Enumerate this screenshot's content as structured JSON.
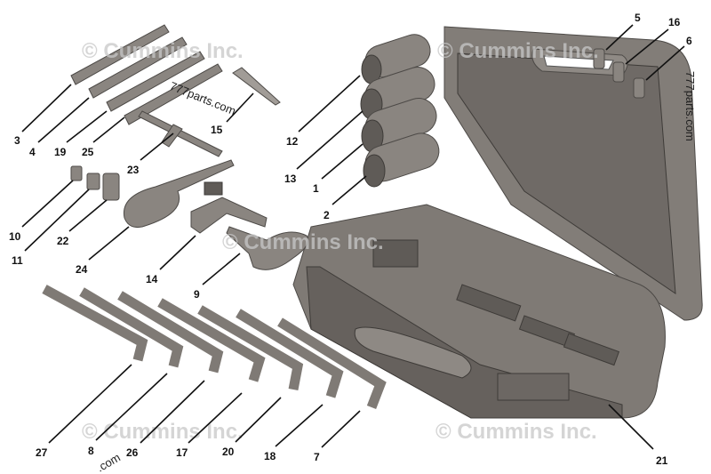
{
  "watermarks": {
    "copyright": "© Cummins Inc.",
    "site": "777parts.com",
    "site_partial": ".com"
  },
  "callouts": {
    "c3": "3",
    "c4": "4",
    "c19": "19",
    "c25": "25",
    "c15": "15",
    "c23": "23",
    "c10": "10",
    "c11": "11",
    "c22": "22",
    "c24": "24",
    "c14": "14",
    "c9": "9",
    "c12": "12",
    "c13": "13",
    "c1": "1",
    "c2": "2",
    "c5": "5",
    "c16": "16",
    "c6": "6",
    "c21": "21",
    "c27": "27",
    "c8": "8",
    "c26": "26",
    "c17": "17",
    "c20": "20",
    "c18": "18",
    "c7": "7"
  },
  "colors": {
    "part": "#8a8580",
    "case": "#7a7671",
    "text": "#111111",
    "watermark": "#c8c8c8"
  }
}
